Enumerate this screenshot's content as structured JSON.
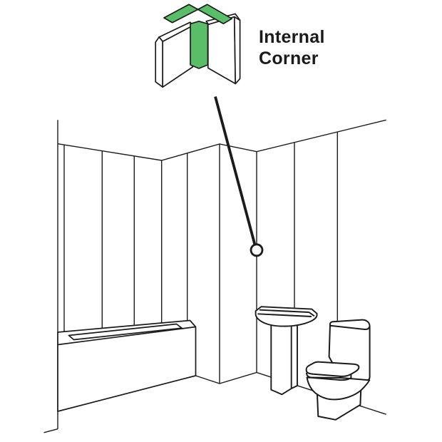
{
  "callout": {
    "label_line1": "Internal",
    "label_line2": "Corner"
  },
  "colors": {
    "accent_green": "#5abe68",
    "line": "#1b1b1b",
    "white": "#ffffff",
    "background": "#ffffff"
  },
  "icons": [
    {
      "name": "internal-corner-trim-icon"
    },
    {
      "name": "corner-marker-circle"
    },
    {
      "name": "pointer-line"
    }
  ]
}
